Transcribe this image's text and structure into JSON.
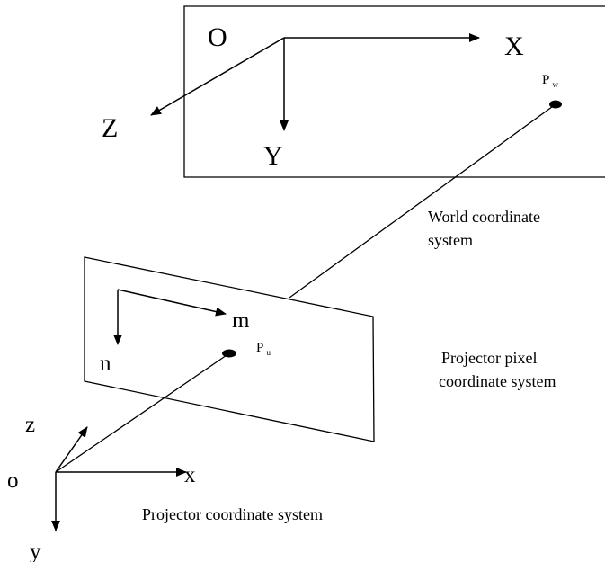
{
  "world": {
    "origin_label": "O",
    "x_label": "X",
    "y_label": "Y",
    "z_label": "Z",
    "point_label": "P",
    "point_subscript": "w",
    "caption_line1": "World coordinate",
    "caption_line2": "system"
  },
  "pixel": {
    "m_label": "m",
    "n_label": "n",
    "point_label": "P",
    "point_subscript": "u",
    "caption_line1": "Projector pixel",
    "caption_line2": "coordinate system"
  },
  "projector": {
    "origin_label": "o",
    "x_label": "x",
    "y_label": "y",
    "z_label": "z",
    "caption": "Projector coordinate system"
  }
}
